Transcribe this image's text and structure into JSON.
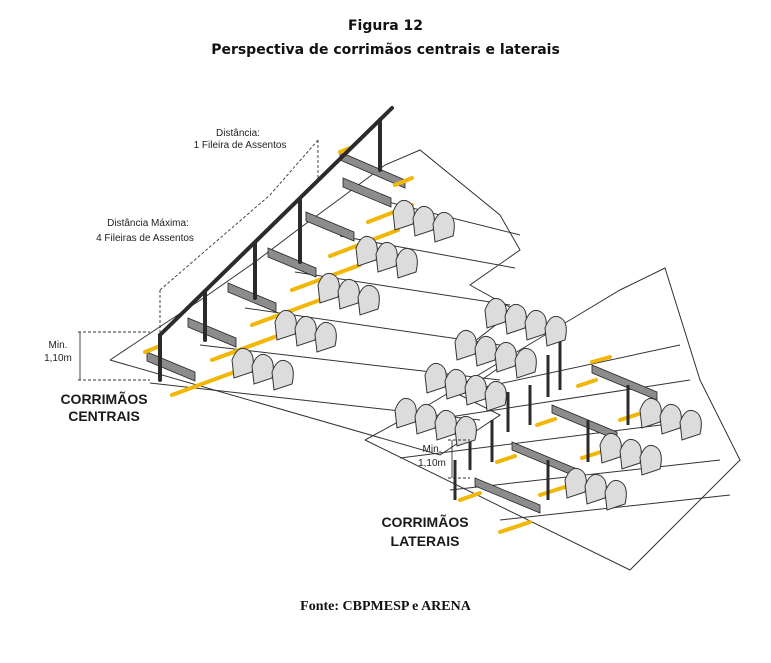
{
  "figure": {
    "number": "Figura 12",
    "title": "Perspectiva de corrimãos centrais e laterais",
    "source": "Fonte: CBPMESP e ARENA"
  },
  "labels": {
    "dist_one_l1": "Distância:",
    "dist_one_l2": "1 Fileira de Assentos",
    "dist_max_l1": "Distância Máxima:",
    "dist_max_l2": "4 Fileiras de Assentos",
    "min_left_l1": "Min.",
    "min_left_l2": "1,10m",
    "min_right_l1": "Min.",
    "min_right_l2": "1,10m",
    "central_l1": "CORRIMÃOS",
    "central_l2": "CENTRAIS",
    "lateral_l1": "CORRIMÃOS",
    "lateral_l2": "LATERAIS"
  },
  "colors": {
    "stripe": "#f2b705",
    "handrail": "#2b2b2b",
    "seat": "#dcdcdc",
    "line": "#333333"
  }
}
